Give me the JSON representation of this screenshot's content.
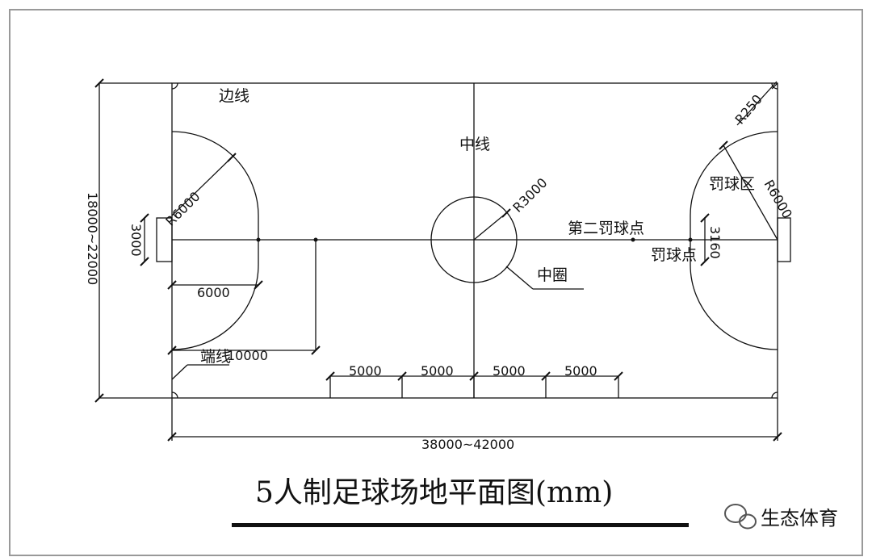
{
  "title": "5人制足球场地平面图(mm)",
  "labels": {
    "sideline": "边线",
    "halfway_line": "中线",
    "center_circle": "中圈",
    "goal_line": "端线",
    "penalty_area": "罚球区",
    "second_penalty_mark": "第二罚球点",
    "penalty_mark": "罚球点"
  },
  "dimensions": {
    "corner_radius": "R250",
    "center_radius": "R3000",
    "penalty_radius_left": "R6000",
    "penalty_radius_right": "R6000",
    "goal_width_left": "3000",
    "goal_width_right": "3160",
    "penalty_spot_distance": "6000",
    "second_spot_distance": "10000",
    "segment_1": "5000",
    "segment_2": "5000",
    "segment_3": "5000",
    "segment_4": "5000",
    "field_length": "38000~42000",
    "field_width": "18000~22000"
  },
  "watermark": "生态体育",
  "colors": {
    "line": "#111111",
    "background": "#ffffff",
    "frame": "#999999"
  }
}
